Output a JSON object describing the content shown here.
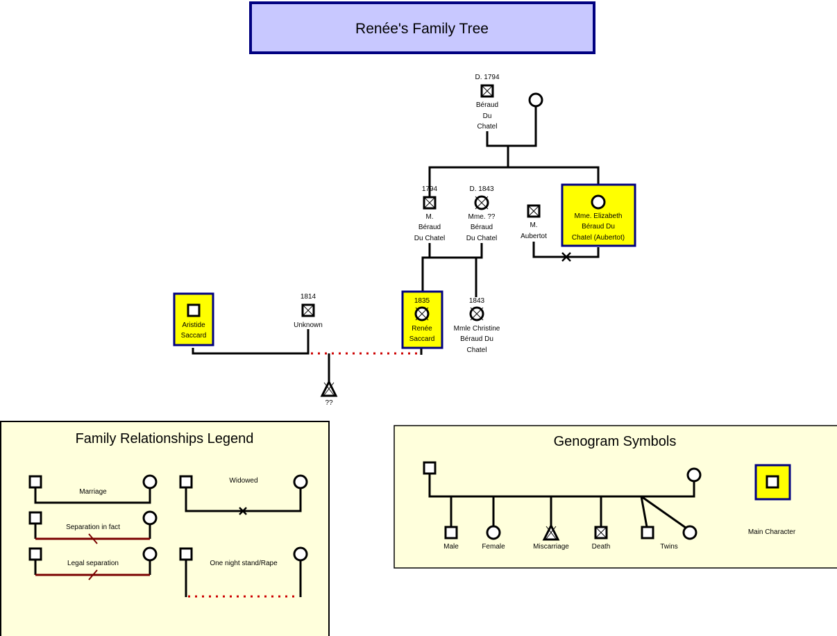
{
  "title": "Renée's Family Tree",
  "colors": {
    "title_fill": "#c8c8ff",
    "title_border": "#000080",
    "main_character_fill": "#ffff00",
    "main_character_border": "#000080",
    "legend_fill": "#ffffdc",
    "separation_line": "#7a0000",
    "one_night_stand_line": "#cc0000"
  },
  "people": {
    "beraud_sr": {
      "date": "D. 1794",
      "name": [
        "Béraud",
        "Du",
        "Chatel"
      ],
      "sex": "male",
      "deceased": true
    },
    "beraud_sr_wife": {
      "date": "",
      "name": [],
      "sex": "female",
      "deceased": false
    },
    "m_beraud": {
      "date": "1794",
      "name": [
        "M.",
        "Béraud",
        "Du Chatel"
      ],
      "sex": "male",
      "deceased": true
    },
    "mme_beraud": {
      "date": "D. 1843",
      "name": [
        "Mme. ??",
        "Béraud",
        "Du Chatel"
      ],
      "sex": "female",
      "deceased": true
    },
    "m_aubertot": {
      "date": "",
      "name": [
        "M.",
        "Aubertot"
      ],
      "sex": "male",
      "deceased": true
    },
    "elizabeth": {
      "date": "",
      "name": [
        "Mme. Elizabeth",
        "Béraud Du",
        "Chatel (Aubertot)"
      ],
      "sex": "female",
      "deceased": false,
      "main_character": true
    },
    "aristide": {
      "date": "",
      "name": [
        "Aristide",
        "Saccard"
      ],
      "sex": "male",
      "deceased": false,
      "main_character": true
    },
    "unknown": {
      "date": "1814",
      "name": [
        "Unknown"
      ],
      "sex": "male",
      "deceased": true
    },
    "renee": {
      "date": "1835",
      "name": [
        "Renée",
        "Saccard"
      ],
      "sex": "female",
      "deceased": true,
      "main_character": true
    },
    "christine": {
      "date": "1843",
      "name": [
        "Mmle Christine",
        "Béraud Du",
        "Chatel"
      ],
      "sex": "female",
      "deceased": true
    },
    "miscarriage": {
      "date": "",
      "name": [
        "??"
      ],
      "sex": "miscarriage",
      "deceased": true
    }
  },
  "relationships_legend": {
    "title": "Family Relationships Legend",
    "items": [
      "Marriage",
      "Separation in fact",
      "Legal separation",
      "Widowed",
      "One night stand/Rape"
    ]
  },
  "symbols_legend": {
    "title": "Genogram Symbols",
    "items": [
      "Male",
      "Female",
      "Miscarriage",
      "Death",
      "Twins"
    ],
    "main_character_label": "Main Character"
  }
}
